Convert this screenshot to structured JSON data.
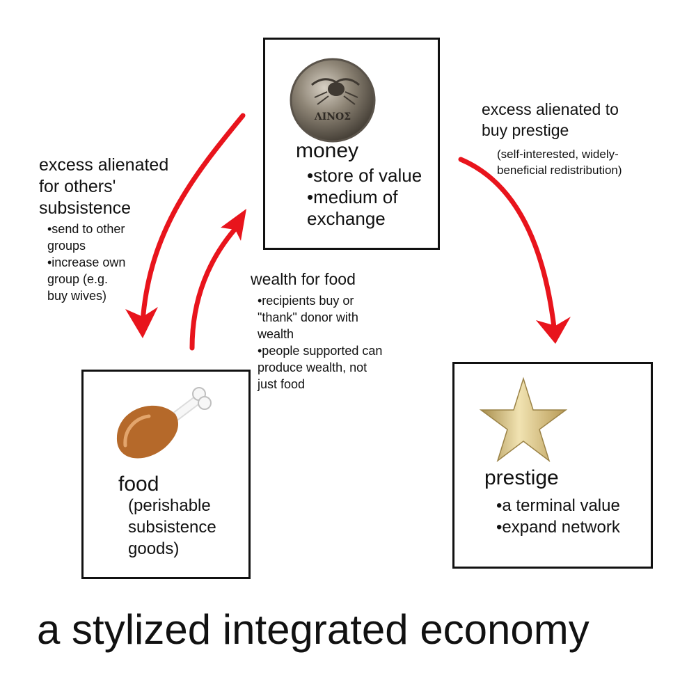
{
  "title": "a stylized integrated economy",
  "colors": {
    "arrow": "#e8141c",
    "box_border": "#111111",
    "star_gold": "#c8ad6a",
    "food_brown": "#b5692a",
    "coin": "#8a7f72"
  },
  "icons": {
    "money": "coin-icon",
    "food": "drumstick-icon",
    "prestige": "star-icon"
  },
  "nodes": {
    "money": {
      "label": "money",
      "bullets": [
        "•store of value",
        "•medium of",
        "exchange"
      ]
    },
    "food": {
      "label": "food",
      "desc_lines": [
        "(perishable",
        "subsistence",
        "goods)"
      ]
    },
    "prestige": {
      "label": "prestige",
      "bullets": [
        "•a terminal value",
        "•expand network"
      ]
    }
  },
  "edges": {
    "money_to_food": {
      "heading_lines": [
        "excess alienated",
        "for others'",
        "subsistence"
      ],
      "detail_lines": [
        "•send to other",
        "groups",
        "•increase own",
        "group (e.g.",
        "buy wives)"
      ]
    },
    "food_to_money": {
      "heading": "wealth for food",
      "detail_lines": [
        "•recipients buy or",
        "\"thank\" donor with",
        "wealth",
        "•people supported can",
        "produce wealth, not",
        "just food"
      ]
    },
    "money_to_prestige": {
      "heading_lines": [
        "excess alienated to",
        "buy prestige"
      ],
      "detail_lines": [
        "(self-interested, widely-",
        "beneficial redistribution)"
      ]
    }
  }
}
